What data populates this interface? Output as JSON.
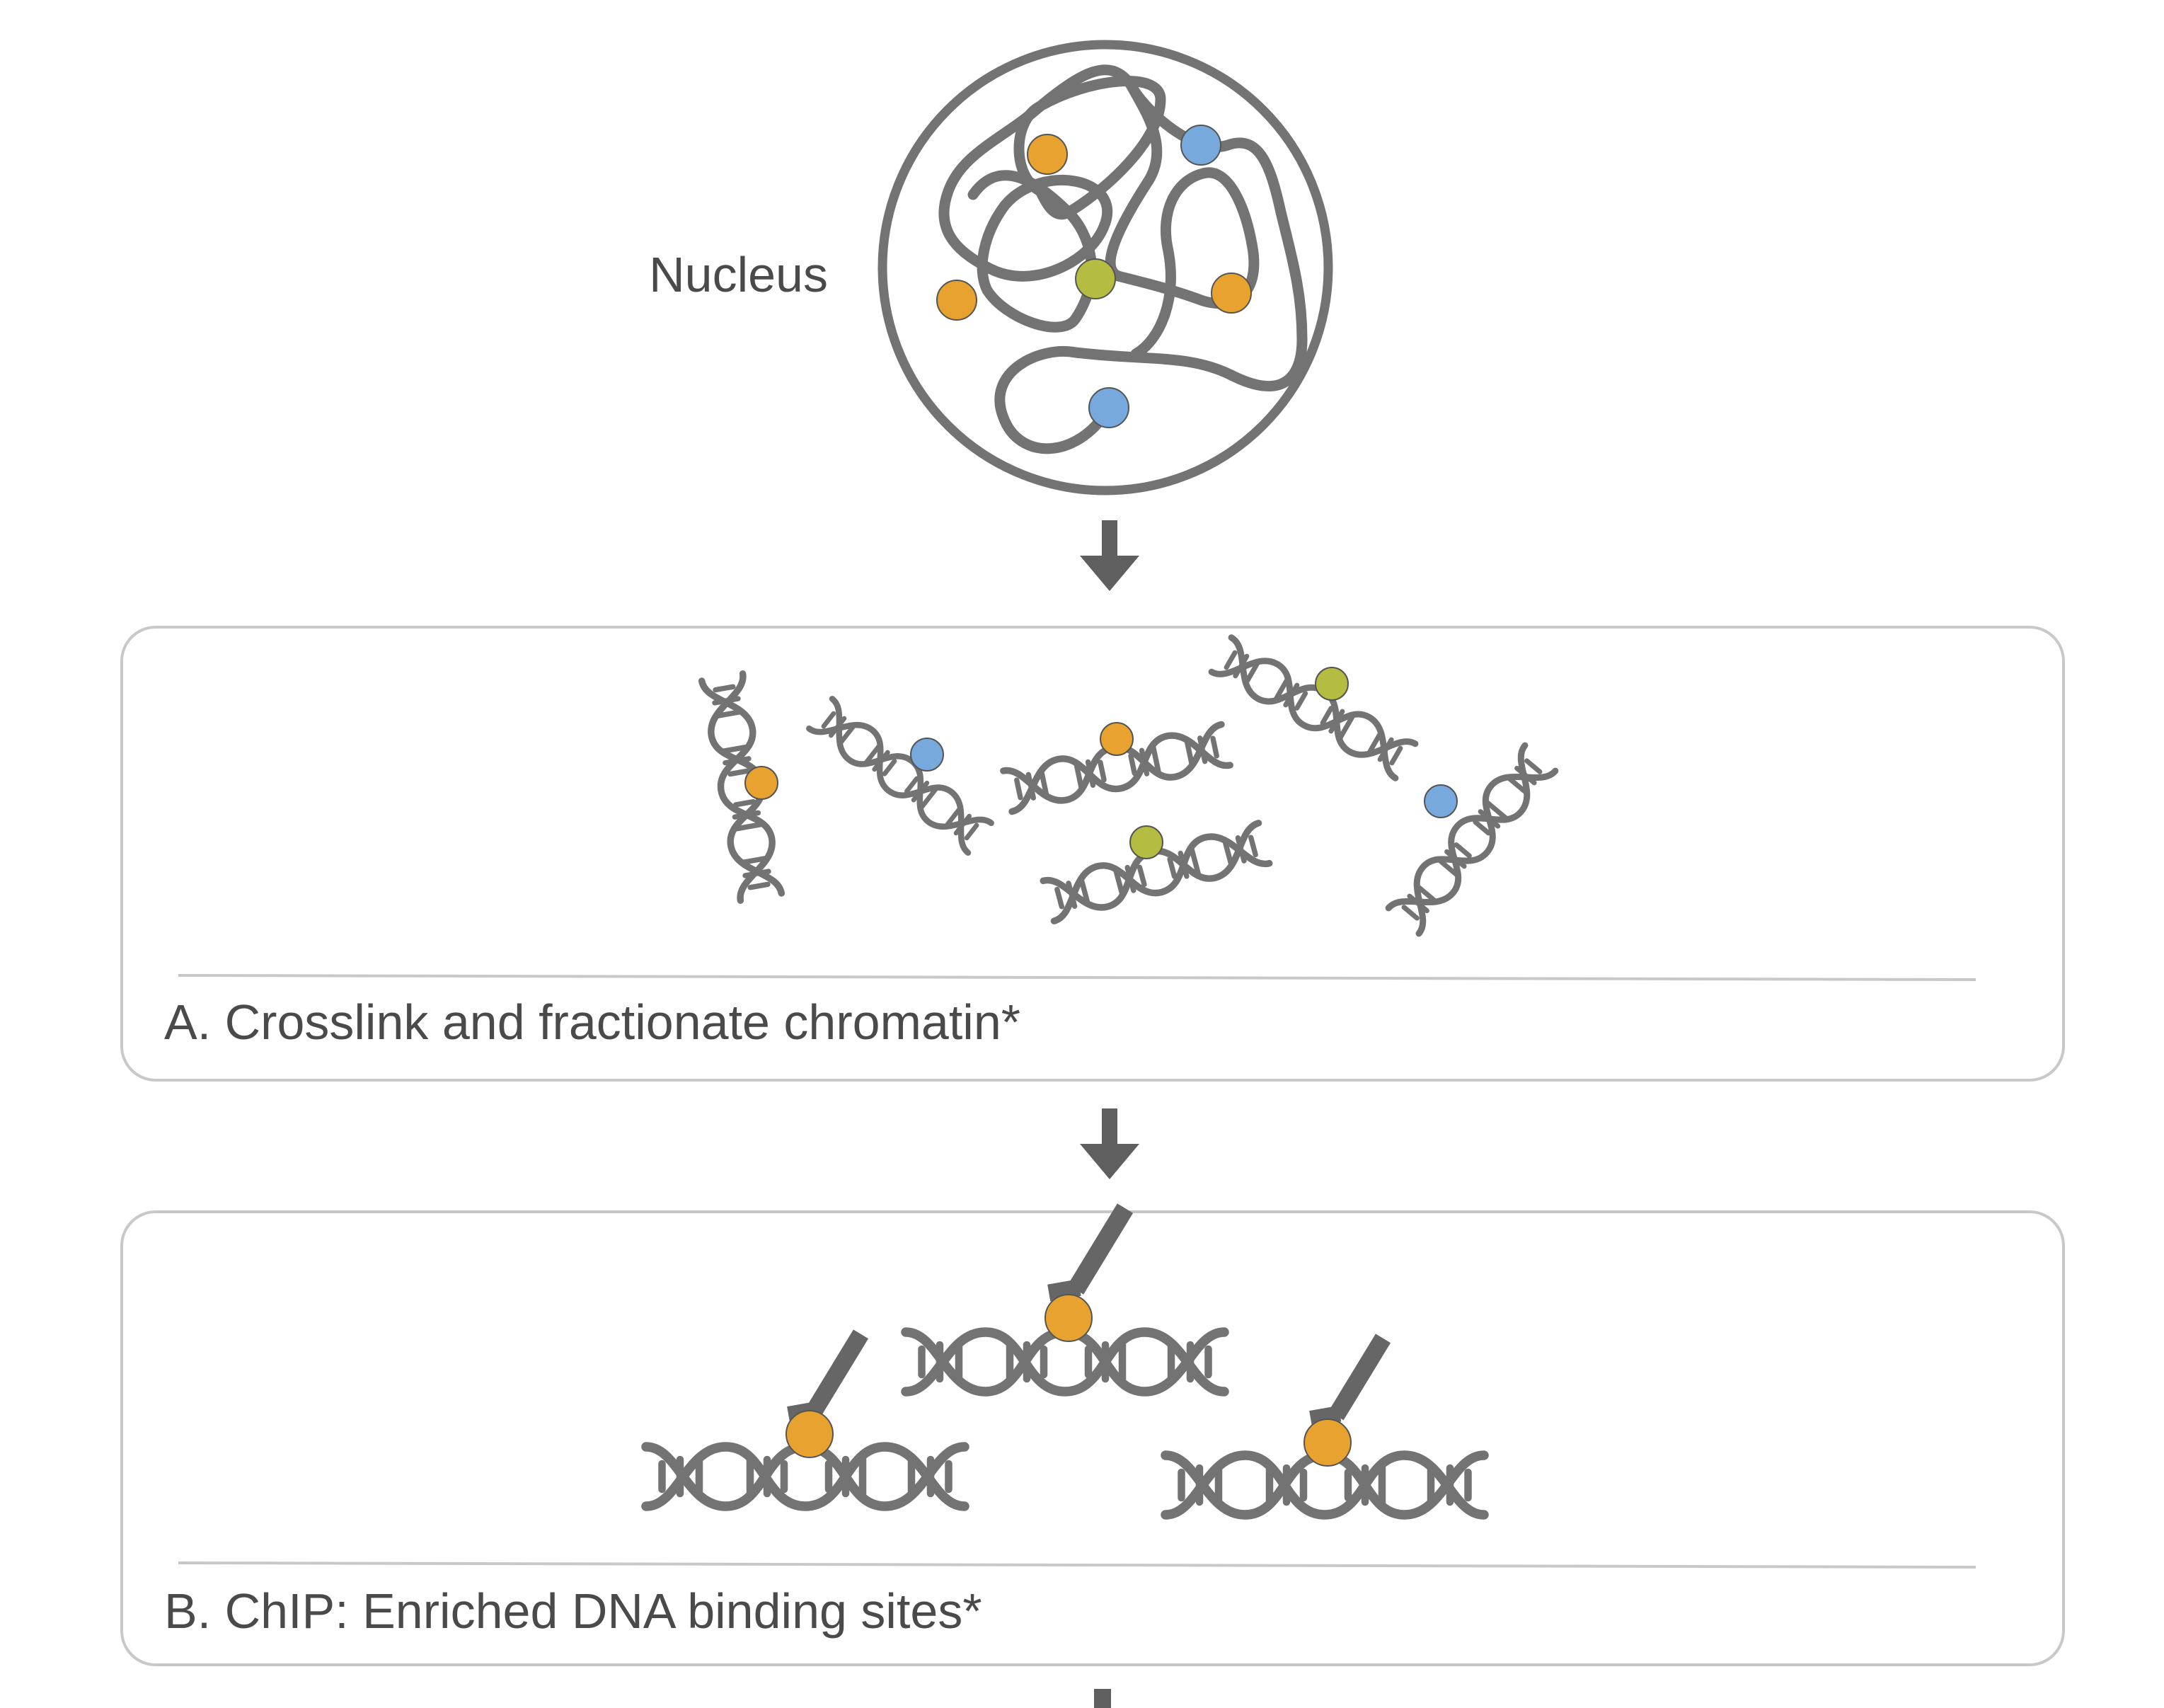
{
  "nucleus": {
    "label": "Nucleus"
  },
  "steps": [
    {
      "id": "A",
      "caption": "A. Crosslink and fractionate chromatin*"
    },
    {
      "id": "B",
      "caption": "B. ChIP: Enriched DNA binding sites*"
    }
  ],
  "colors": {
    "stroke": "#737373",
    "arrow": "#5f5f5f",
    "panel_border": "#c8c8c8",
    "text": "#4a4a4a",
    "protein_orange": "#e8a22f",
    "protein_blue": "#78a9dd",
    "protein_green": "#b5bc42"
  },
  "icons": {
    "arrow": "arrow-down-icon",
    "dna": "dna-helix-icon",
    "antibody": "antibody-icon"
  }
}
